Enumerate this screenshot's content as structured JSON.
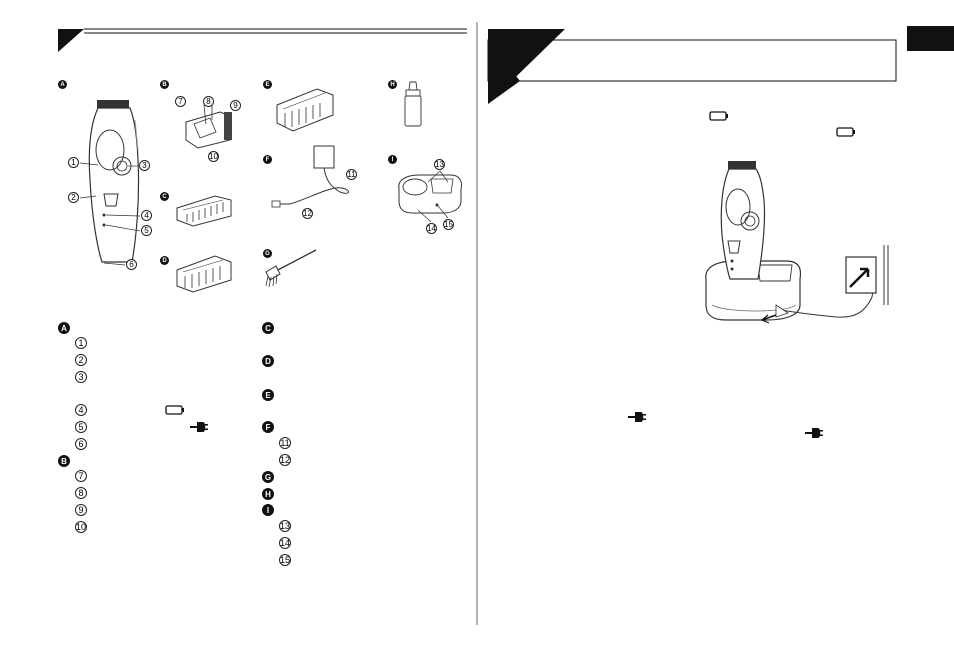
{
  "left_page": {
    "figure_letters": [
      "A",
      "B",
      "C",
      "D",
      "E",
      "F",
      "G",
      "H",
      "I"
    ],
    "figure_A_callouts": [
      "1",
      "2",
      "3",
      "4",
      "5",
      "6"
    ],
    "figure_B_callouts": [
      "7",
      "8",
      "9",
      "10"
    ],
    "figure_F_callouts": [
      "11",
      "12"
    ],
    "figure_I_callouts": [
      "13",
      "14",
      "15"
    ],
    "legend": {
      "A": {
        "letter": "A",
        "items": [
          "1",
          "2",
          "3",
          "4",
          "5",
          "6"
        ]
      },
      "B": {
        "letter": "B",
        "items": [
          "7",
          "8",
          "9",
          "10"
        ]
      },
      "C": {
        "letter": "C"
      },
      "D": {
        "letter": "D"
      },
      "E": {
        "letter": "E"
      },
      "F": {
        "letter": "F",
        "items": [
          "11",
          "12"
        ]
      },
      "G": {
        "letter": "G"
      },
      "H": {
        "letter": "H"
      },
      "I": {
        "letter": "I",
        "items": [
          "13",
          "14",
          "15"
        ]
      }
    }
  },
  "icons": {
    "battery": "battery-icon",
    "plug": "power-plug-icon"
  },
  "colors": {
    "ink": "#000000",
    "rule": "#222222"
  }
}
